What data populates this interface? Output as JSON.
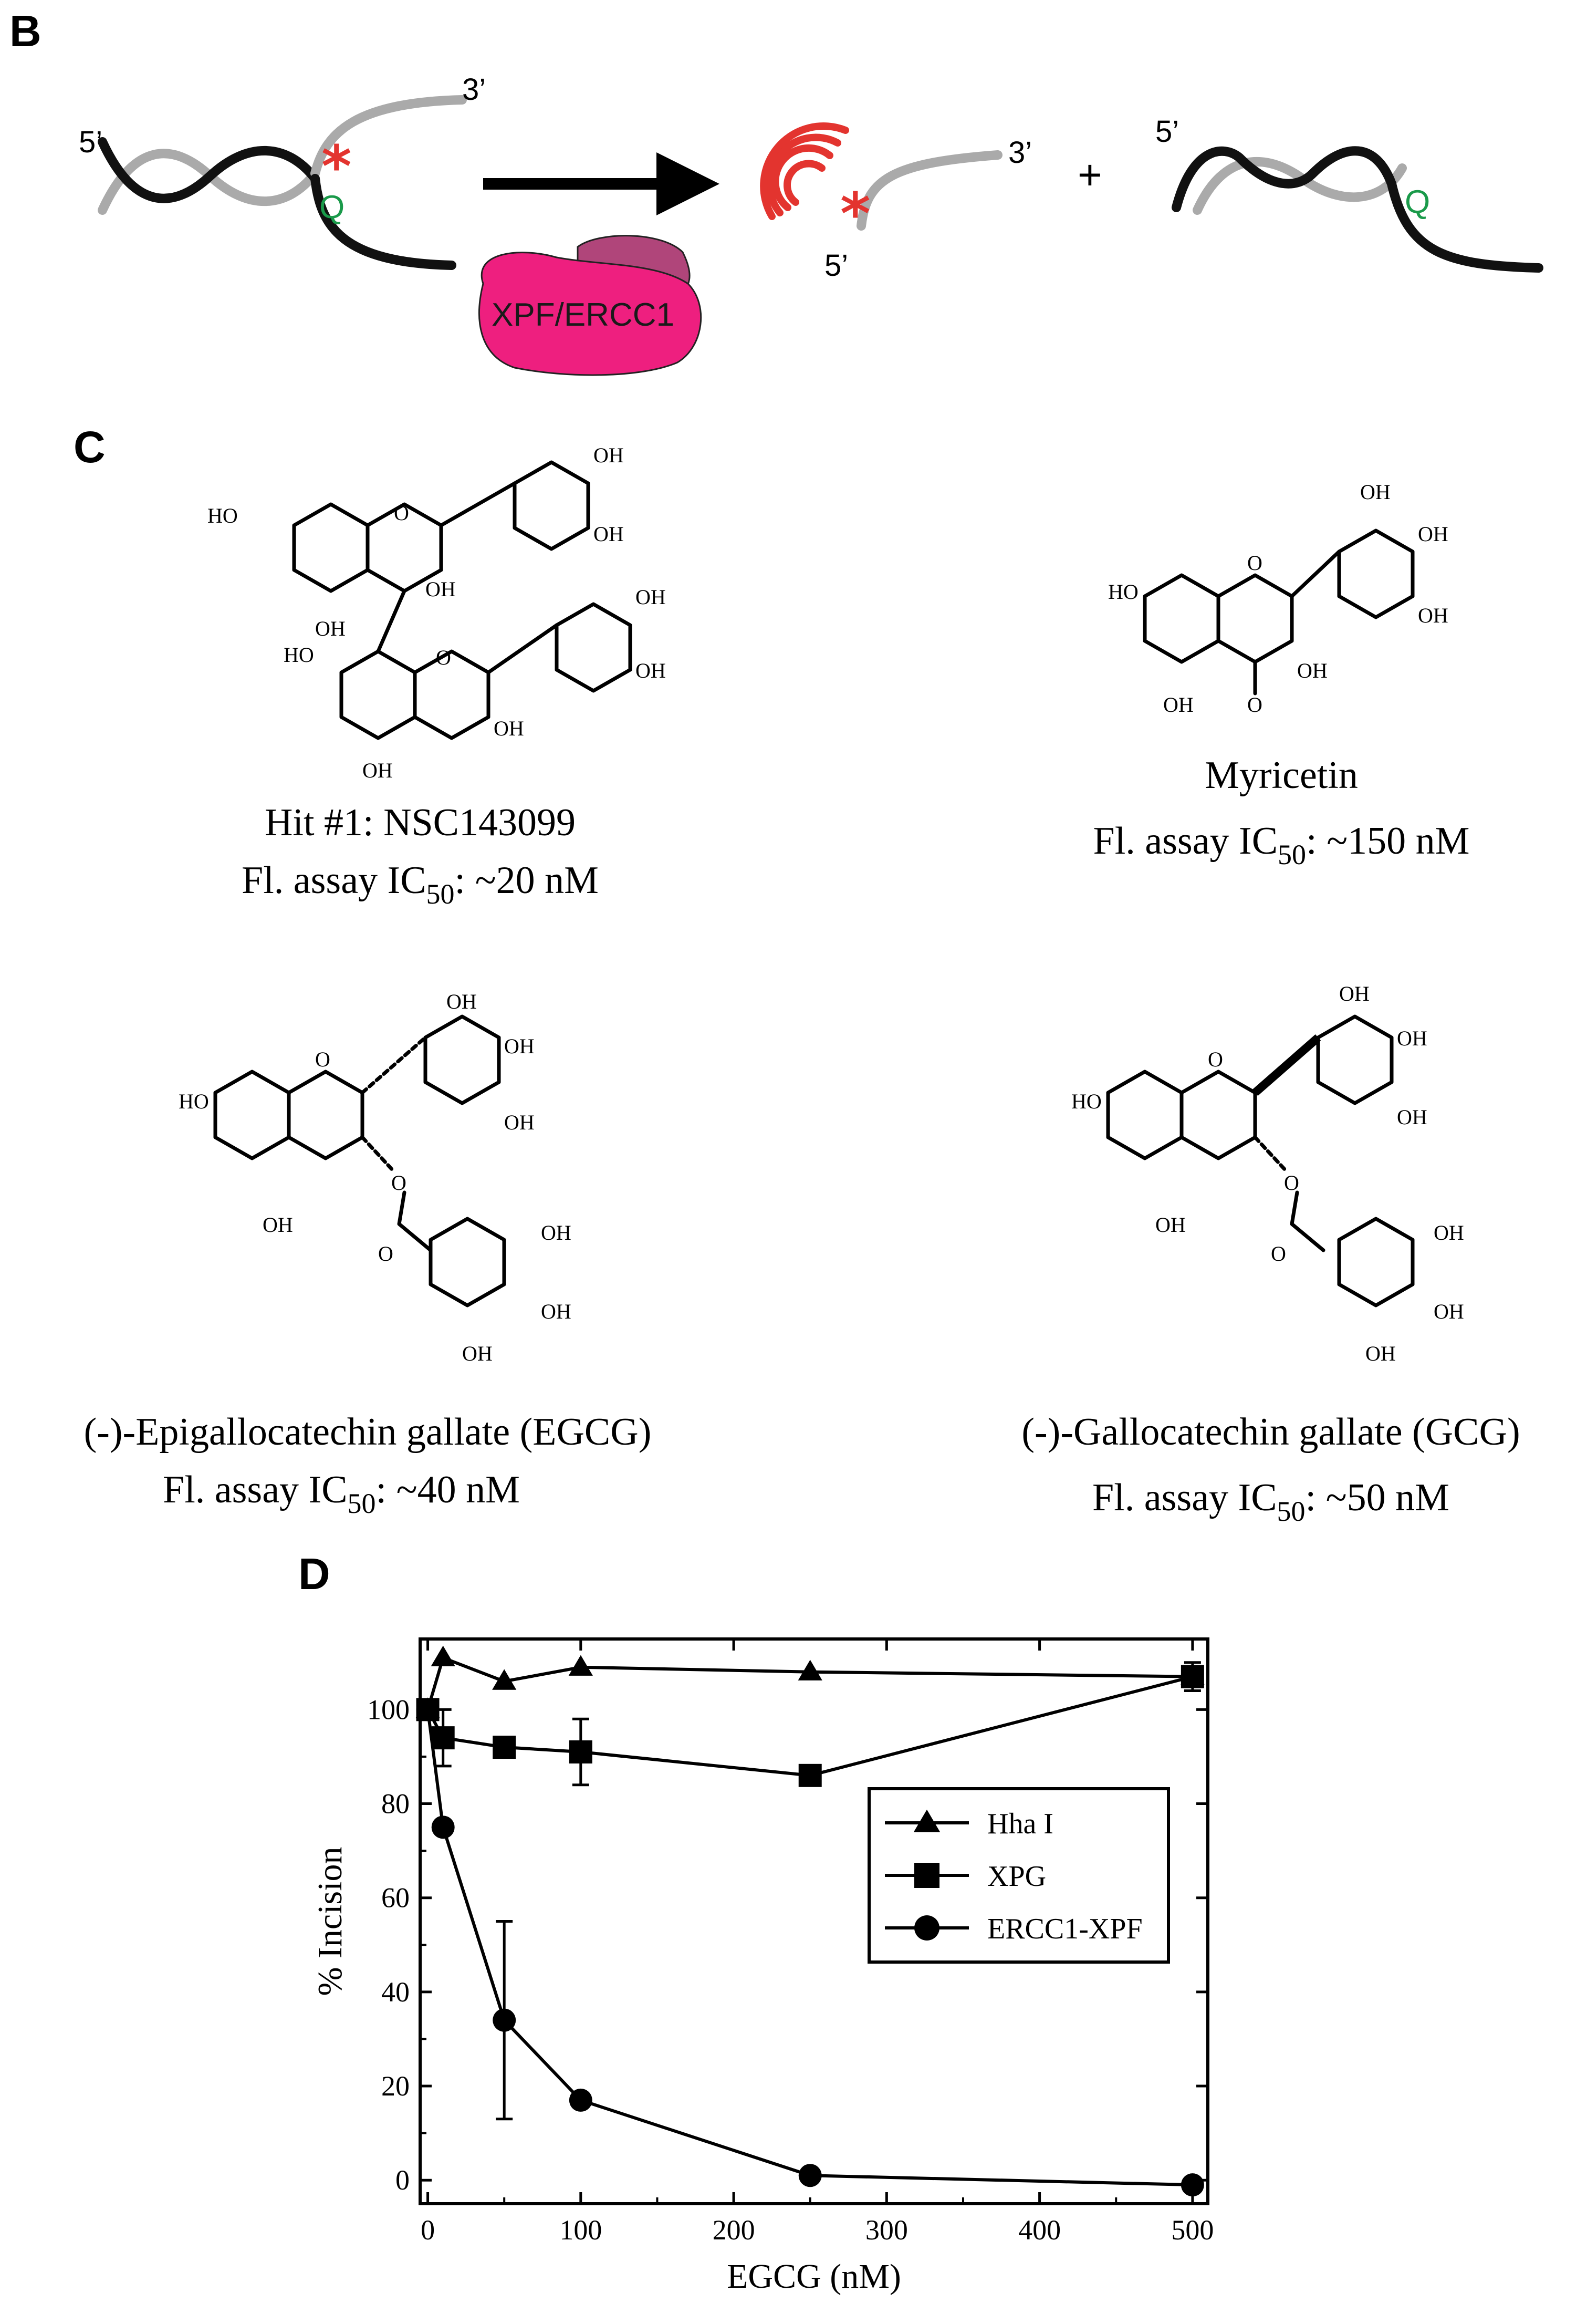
{
  "panels": {
    "b": "B",
    "c": "C",
    "d": "D"
  },
  "schematic": {
    "five_prime": "5’",
    "three_prime": "3’",
    "quencher": "Q",
    "fluorophore": "*",
    "plus": "+",
    "enzyme": "XPF/ERCC1",
    "colors": {
      "dark_strand": "#111111",
      "light_strand": "#aaaaaa",
      "fluorophore": "#e3342f",
      "quencher": "#1a9a4a",
      "enzyme_body": "#ee1f7f",
      "enzyme_cap": "#b0457a"
    }
  },
  "structures": {
    "oh": "OH",
    "ho": "HO",
    "o": "O",
    "compounds": [
      {
        "name": "Hit #1: NSC143099",
        "assay_prefix": "Fl. assay IC",
        "assay_sub": "50",
        "assay_value": ": ~20 nM"
      },
      {
        "name": "Myricetin",
        "assay_prefix": "Fl. assay IC",
        "assay_sub": "50",
        "assay_value": ": ~150 nM"
      },
      {
        "name": "(-)-Epigallocatechin gallate (EGCG)",
        "assay_prefix": "Fl. assay IC",
        "assay_sub": "50",
        "assay_value": ": ~40 nM"
      },
      {
        "name": "(-)-Gallocatechin gallate (GCG)",
        "assay_prefix": "Fl. assay IC",
        "assay_sub": "50",
        "assay_value": ": ~50 nM"
      }
    ]
  },
  "chart_data": {
    "type": "line",
    "title": "",
    "xlabel": "EGCG (nM)",
    "ylabel": "% Incision",
    "xlim": [
      -5,
      510
    ],
    "ylim": [
      -5,
      115
    ],
    "xticks": [
      0,
      100,
      200,
      300,
      400,
      500
    ],
    "yticks": [
      0,
      20,
      40,
      60,
      80,
      100
    ],
    "legend_position": "right",
    "series": [
      {
        "name": "Hha I",
        "marker": "triangle",
        "x": [
          0,
          10,
          50,
          100,
          250,
          500
        ],
        "y": [
          100,
          111,
          106,
          109,
          108,
          107
        ],
        "err": [
          0,
          0,
          0,
          0,
          0,
          0
        ]
      },
      {
        "name": "XPG",
        "marker": "square",
        "x": [
          0,
          10,
          50,
          100,
          250,
          500
        ],
        "y": [
          100,
          94,
          92,
          91,
          86,
          107
        ],
        "err": [
          0,
          6,
          0,
          7,
          0,
          3
        ]
      },
      {
        "name": "ERCC1-XPF",
        "marker": "circle",
        "x": [
          0,
          10,
          50,
          100,
          250,
          500
        ],
        "y": [
          100,
          75,
          34,
          17,
          1,
          -1
        ],
        "err": [
          0,
          0,
          21,
          0,
          0,
          0
        ]
      }
    ]
  }
}
